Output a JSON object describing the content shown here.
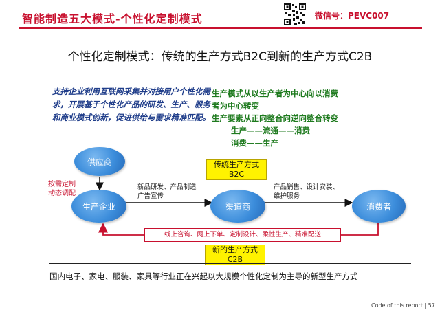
{
  "header": {
    "title": "智能制造五大模式-个性化定制模式",
    "wechat": "微信号：PEVC007"
  },
  "main_title": "个性化定制模式：传统的生产方式B2C到新的生产方式C2B",
  "blue_paragraph": "支持企业利用互联网采集并对接用户个性化需求，开展基于个性化产品的研发、生产、服务和商业模式创新，促进供给与需求精准匹配。",
  "green_lines": [
    "生产模式从以生产者为中心向以消费",
    "者为中心转变",
    "生产要素从正向整合向逆向整合转变",
    "生产——流通——消费",
    "消费——生产"
  ],
  "nodes": {
    "supplier": "供应商",
    "enterprise": "生产企业",
    "channel": "渠道商",
    "consumer": "消费者"
  },
  "traditional_box": {
    "line1": "传统生产方式",
    "line2": "B2C"
  },
  "new_box": {
    "line1": "新的生产方式",
    "line2": "C2B"
  },
  "left_label": {
    "line1": "按需定制",
    "line2": "动态调配"
  },
  "mid_label_1": {
    "line1": "新品研发、产品制造",
    "line2": "广告宣传"
  },
  "mid_label_2": {
    "line1": "产品销售、设计安装、",
    "line2": "维护服务"
  },
  "red_box_text": "线上咨询、网上下单、定制设计、柔性生产、精准配送",
  "bottom_text": "国内电子、家电、服装、家具等行业正在兴起以大规模个性化定制为主导的新型生产方式",
  "footer": "Code of this report  | 57",
  "colors": {
    "accent_red": "#c8102e",
    "node_blue": "#3c8ddb",
    "text_blue": "#1f3d8a",
    "text_green": "#1e7a1e",
    "box_yellow": "#fff200"
  }
}
